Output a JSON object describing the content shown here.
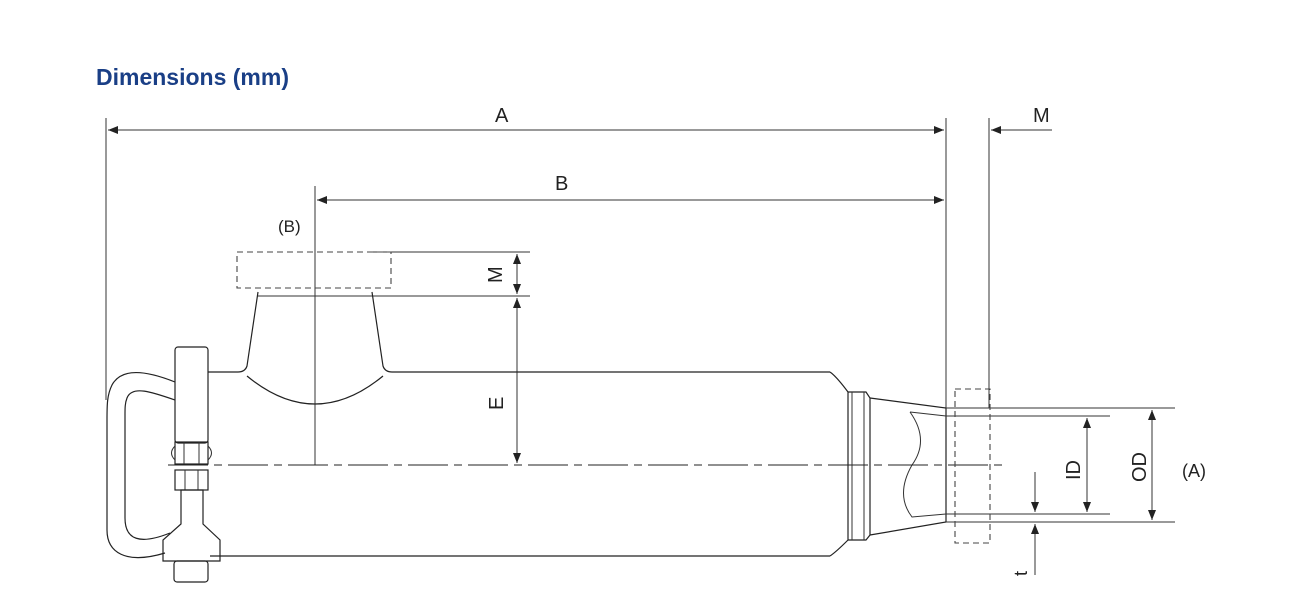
{
  "title": "Dimensions (mm)",
  "labels": {
    "A": "A",
    "M_top": "M",
    "B": "B",
    "B_view": "(B)",
    "M_side": "M",
    "E": "E",
    "ID": "ID",
    "OD": "OD",
    "A_view": "(A)",
    "t": "t"
  },
  "colors": {
    "title": "#1a3f86",
    "line": "#222222"
  }
}
